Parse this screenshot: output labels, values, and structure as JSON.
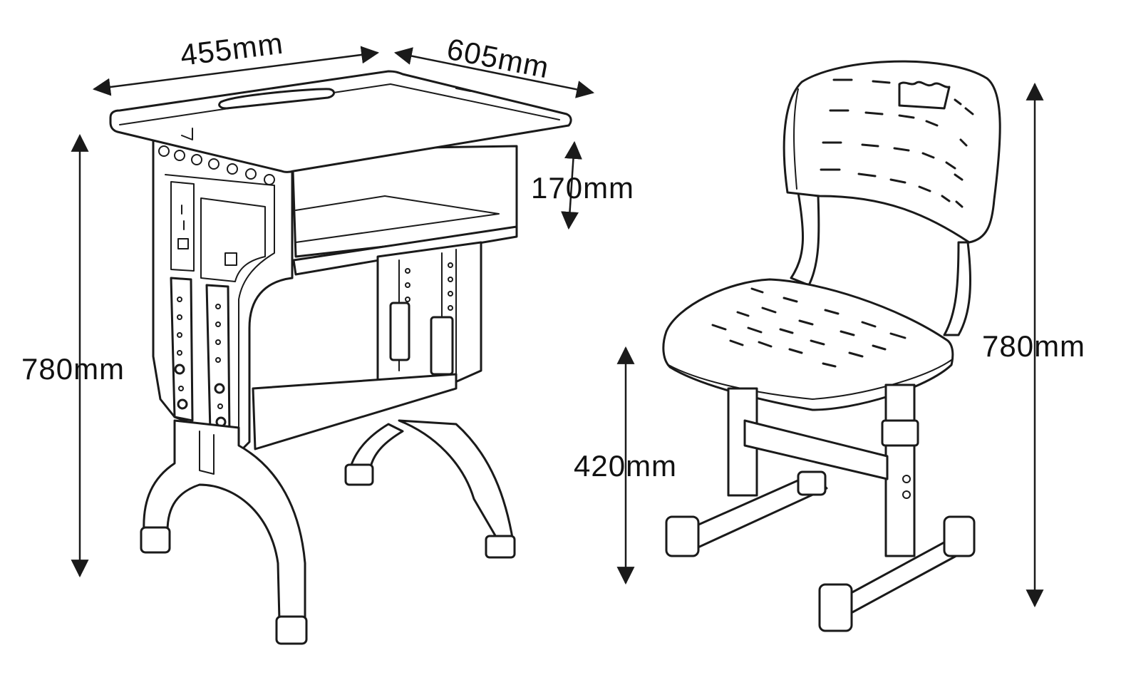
{
  "colors": {
    "ink": "#1a1a1a",
    "background": "#ffffff"
  },
  "desk": {
    "width_label": "455mm",
    "depth_label": "605mm",
    "drawer_height_label": "170mm",
    "height_label": "780mm"
  },
  "chair": {
    "seat_height_label": "420mm",
    "height_label": "780mm"
  }
}
